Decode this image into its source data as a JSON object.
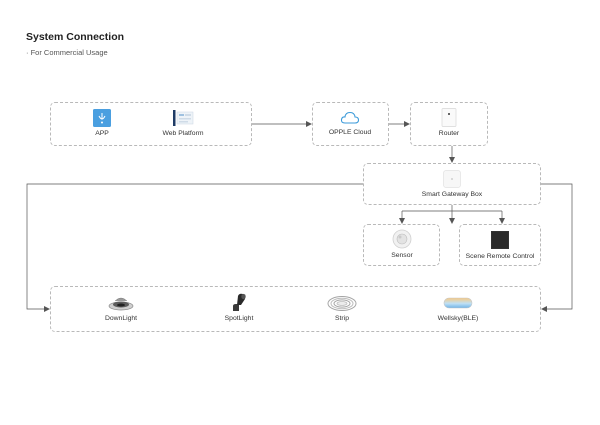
{
  "header": {
    "title": "System Connection",
    "subtitle": "· For Commercial Usage"
  },
  "nodes": {
    "app": "APP",
    "web_platform": "Web Platform",
    "opple_cloud": "OPPLE Cloud",
    "router": "Router",
    "gateway": "Smart Gateway Box",
    "sensor": "Sensor",
    "scene_remote": "Scene Remote Control",
    "downlight": "DownLight",
    "spotlight": "SpotLight",
    "strip": "Strip",
    "wellsky": "Wellsky(BLE)"
  },
  "icons": {
    "app": "app-icon",
    "web_platform": "web-platform-icon",
    "opple_cloud": "cloud-icon",
    "router": "router-icon",
    "gateway": "gateway-box-icon",
    "sensor": "sensor-icon",
    "scene_remote": "scene-remote-icon",
    "downlight": "downlight-icon",
    "spotlight": "spotlight-icon",
    "strip": "strip-icon",
    "wellsky": "wellsky-icon"
  },
  "colors": {
    "app_blue": "#4a9fe0",
    "cloud_blue": "#3b9ad9",
    "border": "#b9b9b9",
    "line": "#555555"
  }
}
